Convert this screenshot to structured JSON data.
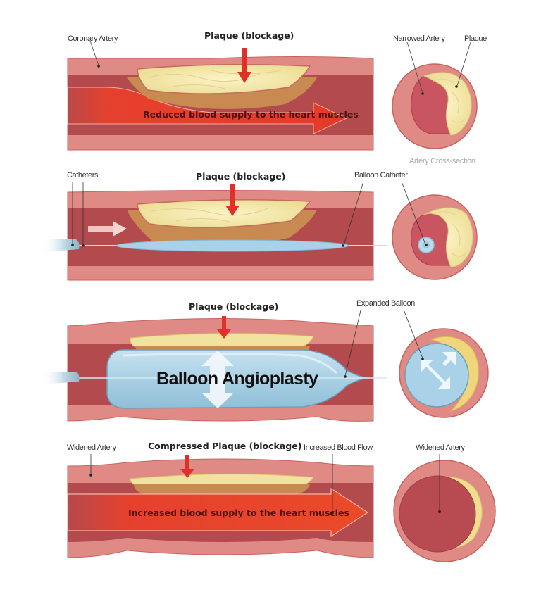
{
  "title": "Balloon Angioplasty procedure diagram",
  "colors": {
    "artery_wall": "#e08a86",
    "artery_wall_edge": "#c9625e",
    "lumen": "#b24a4e",
    "blood_flow": "#e8402c",
    "plaque": "#f2e6a8",
    "plaque_base": "#c98a52",
    "balloon": "#a9d2e8",
    "arrow_red": "#e03128"
  },
  "panels": [
    {
      "step": 1,
      "labels": {
        "vessel": "Coronary Artery",
        "plaque": "Plaque (blockage)",
        "flow": "Reduced blood supply to the heart muscles"
      },
      "cross_section": {
        "lumen_label": "Narrowed Artery",
        "plaque_label": "Plaque",
        "caption": "Artery Cross-section"
      }
    },
    {
      "step": 2,
      "labels": {
        "catheters": "Catheters",
        "plaque": "Plaque (blockage)",
        "balloon": "Balloon Catheter"
      }
    },
    {
      "step": 3,
      "labels": {
        "plaque": "Plaque (blockage)",
        "balloon": "Expanded Balloon",
        "procedure": "Balloon Angioplasty"
      }
    },
    {
      "step": 4,
      "labels": {
        "vessel": "Widened Artery",
        "plaque": "Compressed Plaque (blockage)",
        "flow_label": "Increased Blood Flow",
        "flow": "Increased blood supply to the heart muscles"
      },
      "cross_section": {
        "lumen_label": "Widened Artery"
      }
    }
  ]
}
